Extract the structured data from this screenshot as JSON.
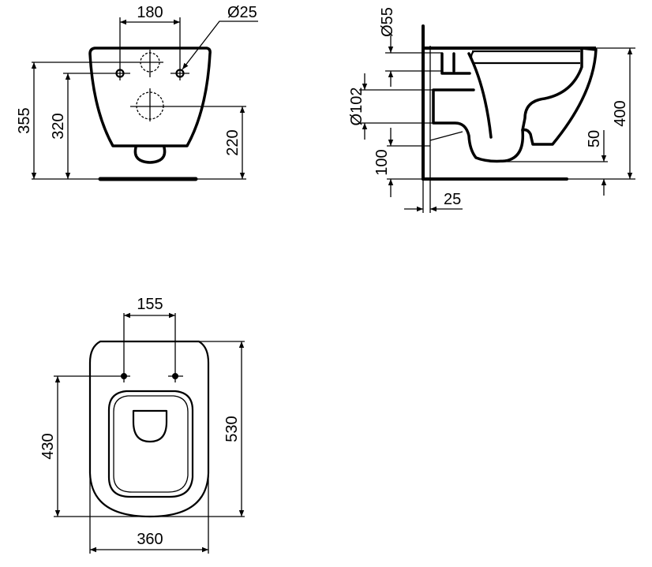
{
  "front_view": {
    "dim_hole_spacing": "180",
    "dim_hole_diameter": "Ø25",
    "dim_height_top": "355",
    "dim_height_fixing": "320",
    "dim_height_outlet": "220"
  },
  "side_view": {
    "dim_inlet_diameter": "Ø55",
    "dim_outlet_diameter": "Ø102",
    "dim_outlet_height": "100",
    "dim_wall_offset": "25",
    "dim_bowl_clearance": "50",
    "dim_total_height": "400"
  },
  "top_view": {
    "dim_fixing_spacing": "155",
    "dim_fixing_to_front": "430",
    "dim_total_length": "530",
    "dim_total_width": "360"
  }
}
